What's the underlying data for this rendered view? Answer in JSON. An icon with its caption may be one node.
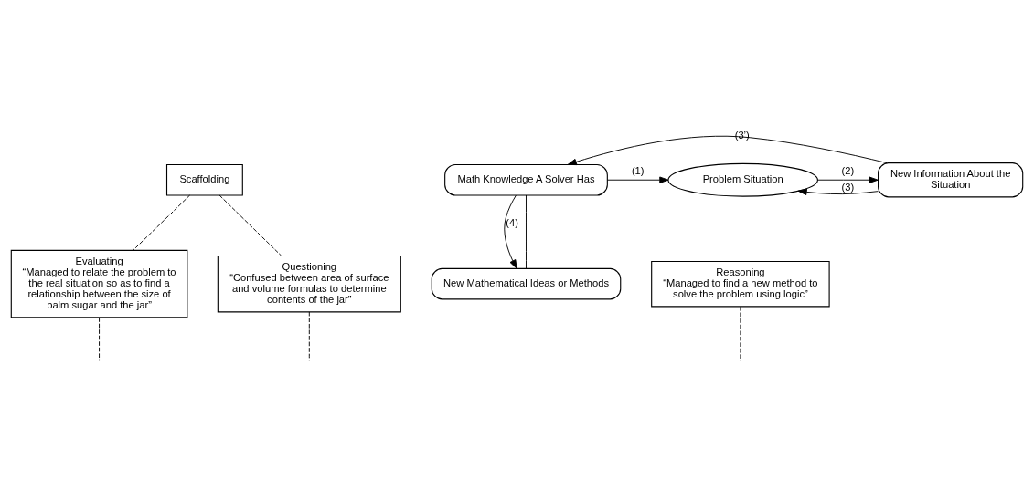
{
  "diagram": {
    "nodes": [
      {
        "text": [
          "Scaffolding"
        ]
      },
      {
        "text": [
          "Evaluating",
          "“Managed to relate the problem to the real situation so as to find a relationship between the size of palm sugar and the jar”"
        ]
      },
      {
        "text": [
          "Questioning",
          "“Confused between area of surface and volume formulas to determine contents of the jar”"
        ]
      },
      {
        "text": [
          "Math Knowledge A Solver Has"
        ]
      },
      {
        "text": [
          "Problem Situation"
        ]
      },
      {
        "text": [
          "New Information About the Situation"
        ]
      },
      {
        "text": [
          "Reasoning",
          "“Managed to find a new method to solve the problem using logic”"
        ]
      },
      {
        "text": [
          "New Mathematical Ideas or Methods"
        ]
      }
    ],
    "edges": [
      {
        "from": 0,
        "to": 1,
        "arrow": "none",
        "style": "dashed"
      },
      {
        "from": 0,
        "to": 2,
        "arrow": "none",
        "style": "dashed"
      },
      {
        "from": 3,
        "to": 4,
        "arrow": "to",
        "label": "(1)"
      },
      {
        "from": 4,
        "to": 5,
        "arrow": "to",
        "label": "(2)"
      },
      {
        "from": 5,
        "to": 4,
        "arrow": "to",
        "label": "(3)"
      },
      {
        "from": 5,
        "to": 3,
        "arrow": "to",
        "label": "(3’)"
      },
      {
        "from": 3,
        "to": 7,
        "arrow": "to",
        "label": "(4)"
      },
      {
        "from": 3,
        "to": 7,
        "arrow": "none"
      },
      {
        "from": 1,
        "to": null,
        "arrow": "none",
        "style": "dashed"
      },
      {
        "from": 2,
        "to": null,
        "arrow": "none",
        "style": "dashed"
      },
      {
        "from": 6,
        "to": null,
        "arrow": "none",
        "style": "dashed"
      }
    ]
  }
}
